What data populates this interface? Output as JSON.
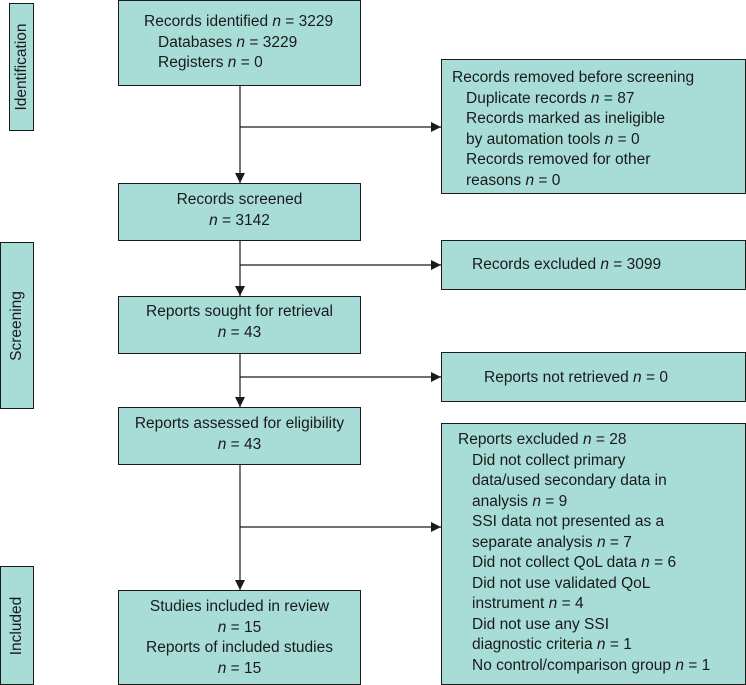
{
  "phases": {
    "identification": "Identification",
    "screening": "Screening",
    "included": "Included"
  },
  "identified": {
    "line1": "Records identified n = 3229",
    "line2": "Databases n = 3229",
    "line3": "Registers n = 0"
  },
  "removed": {
    "title": "Records removed before screening",
    "line1": "Duplicate records n = 87",
    "line2": "Records marked as ineligible",
    "line3": "by automation tools n = 0",
    "line4": "Records removed for other",
    "line5": "reasons n = 0"
  },
  "screened": {
    "label": "Records screened",
    "n": "n = 3142"
  },
  "excluded_records": {
    "label": "Records excluded n = 3099"
  },
  "sought": {
    "label": "Reports sought for retrieval",
    "n": "n = 43"
  },
  "not_retrieved": {
    "label": "Reports not retrieved n = 0"
  },
  "assessed": {
    "label": "Reports assessed for eligibility",
    "n": "n = 43"
  },
  "reports_excluded": {
    "title": "Reports excluded n = 28",
    "lines": [
      "Did not collect primary",
      "data/used secondary data in",
      "analysis n = 9",
      "SSI data not presented as a",
      "separate analysis n = 7",
      "Did not collect QoL data n = 6",
      "Did not use validated QoL",
      "instrument n = 4",
      "Did not use any SSI",
      "diagnostic criteria n = 1",
      "No control/comparison group n = 1"
    ]
  },
  "included": {
    "studies_label": "Studies included in review",
    "studies_n": "n = 15",
    "reports_label": "Reports of included studies",
    "reports_n": "n = 15"
  },
  "colors": {
    "box_fill": "#a7ddd6",
    "stroke": "#1a1a1a"
  }
}
